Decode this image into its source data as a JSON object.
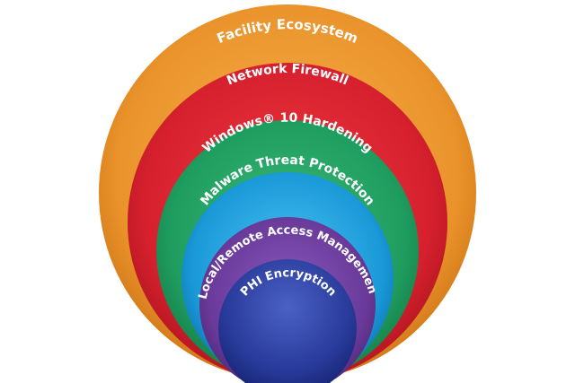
{
  "layers": [
    {
      "label": "Facility Ecosystem",
      "color": "#e8922b"
    },
    {
      "label": "Network Firewall",
      "color": "#d9202f"
    },
    {
      "label": "Windows® 10 Hardening",
      "color": "#22a063"
    },
    {
      "label": "Malware Threat Protection",
      "color": "#1a9bd9"
    },
    {
      "label": "Local/Remote Access Management",
      "color": "#6a3a9a"
    },
    {
      "label": "PHI Encryption",
      "color": "#2a3a9c"
    }
  ]
}
